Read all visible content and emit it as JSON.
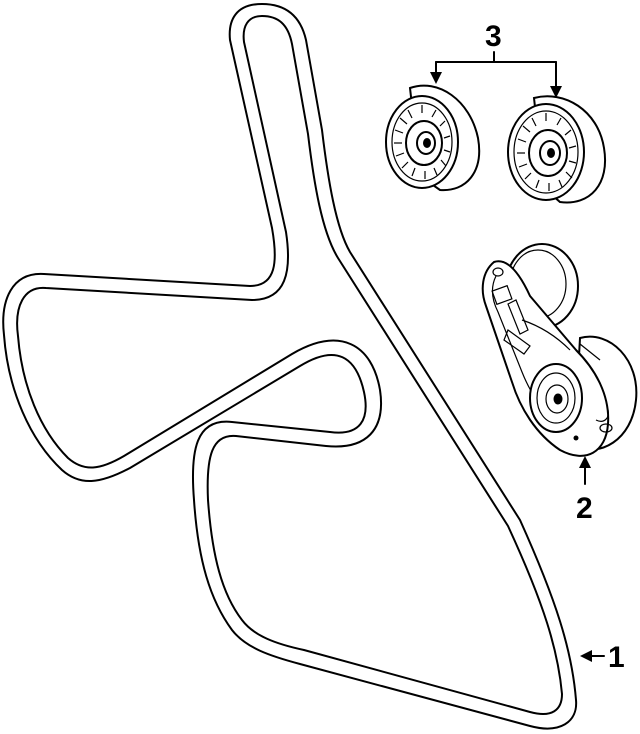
{
  "callouts": {
    "belt": "1",
    "tensioner": "2",
    "idler_pulleys": "3"
  },
  "colors": {
    "ink": "#000000",
    "paper": "#ffffff"
  }
}
